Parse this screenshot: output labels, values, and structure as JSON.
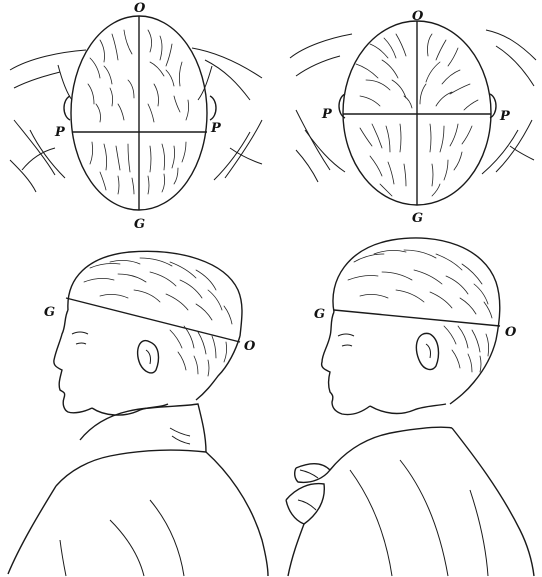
{
  "figures": [
    {
      "id": "top-left",
      "view": "vertex",
      "labels": {
        "front": "O",
        "back": "G",
        "left": "P",
        "right": "P"
      }
    },
    {
      "id": "top-right",
      "view": "vertex",
      "labels": {
        "front": "O",
        "back": "G",
        "left": "P",
        "right": "P"
      }
    },
    {
      "id": "bottom-left",
      "view": "profile",
      "labels": {
        "front": "G",
        "back": "O"
      }
    },
    {
      "id": "bottom-right",
      "view": "profile",
      "labels": {
        "front": "G",
        "back": "O"
      }
    }
  ],
  "colors": {
    "ink": "#1a1a1a",
    "paper": "#ffffff"
  }
}
